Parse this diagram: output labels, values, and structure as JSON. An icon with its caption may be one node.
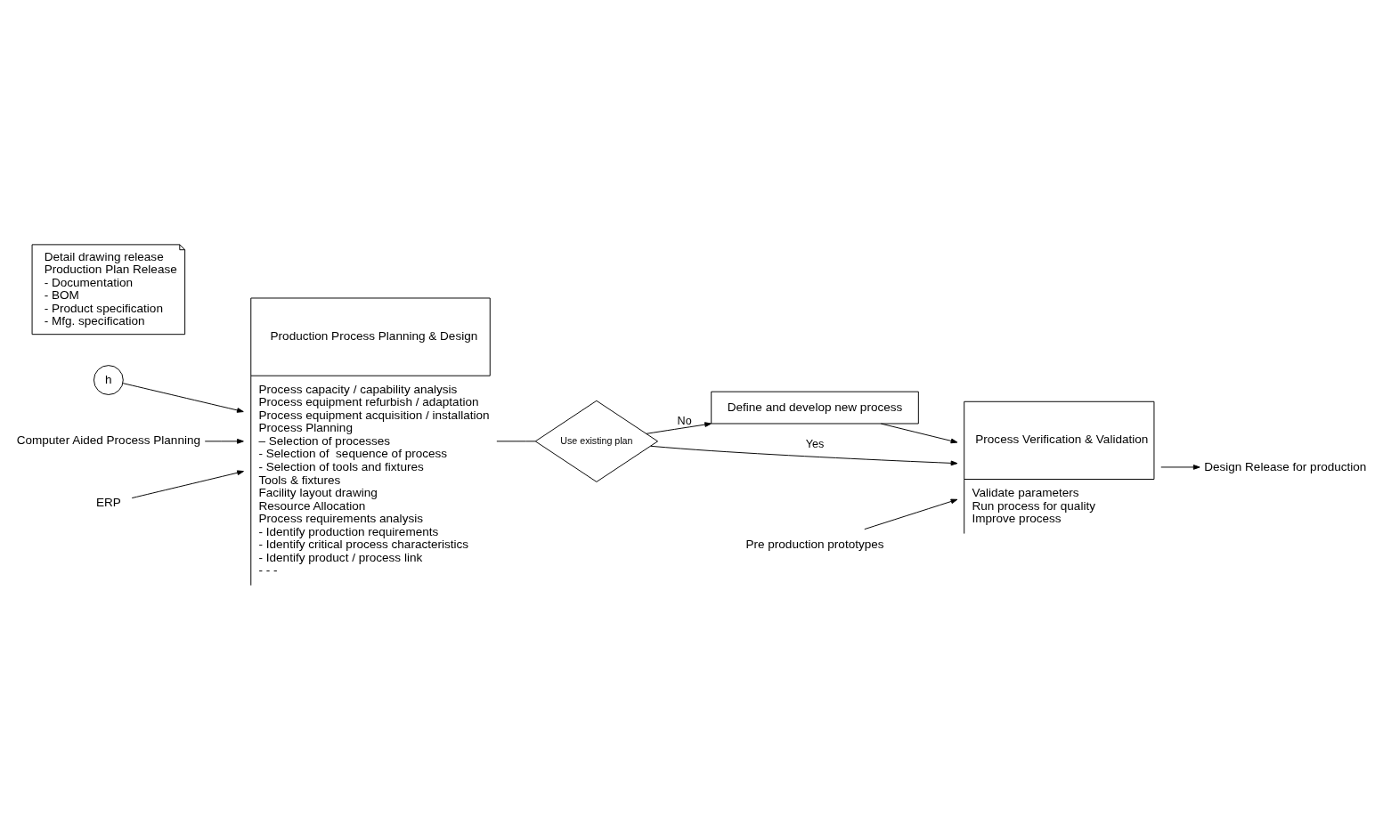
{
  "diagram": {
    "nodes": [
      {
        "text": [
          "h"
        ]
      },
      {
        "text": [
          "Production Process Planning & Design",
          "Process capacity / capability analysis",
          "Process equipment refurbish / adaptation",
          "Process equipment acquisition / installation",
          "Process Planning",
          "– Selection of processes",
          "- Selection of  sequence of process",
          "- Selection of tools and fixtures",
          "Tools & fixtures",
          "Facility layout drawing",
          "Resource Allocation",
          "Process requirements analysis",
          "- Identify production requirements",
          "- Identify critical process characteristics",
          "- Identify product / process link",
          "- - -"
        ]
      },
      {
        "text": [
          "Use existing plan"
        ]
      },
      {
        "text": [
          "Define and develop new process"
        ]
      },
      {
        "text": [
          "Process Verification & Validation",
          "Validate parameters",
          "Run process for quality",
          "Improve process"
        ]
      },
      {
        "text": [
          "Design Release for production"
        ]
      },
      {
        "text": [
          "Computer Aided Process Planning"
        ]
      },
      {
        "text": [
          "ERP"
        ]
      },
      {
        "text": [
          "Pre production prototypes"
        ]
      },
      {
        "text": [
          "Detail drawing release",
          "Production Plan Release",
          "- Documentation",
          "- BOM",
          "- Product specification",
          "- Mfg. specification"
        ]
      }
    ],
    "edges": [
      {
        "from": 0,
        "to": 1,
        "arrow": "to"
      },
      {
        "from": 1,
        "to": 2,
        "arrow": "none"
      },
      {
        "from": 2,
        "to": 3,
        "arrow": "to",
        "label": "No"
      },
      {
        "from": 2,
        "to": 4,
        "arrow": "to",
        "label": "Yes"
      },
      {
        "from": 3,
        "to": 4,
        "arrow": "to"
      },
      {
        "from": 4,
        "to": 5,
        "arrow": "to"
      },
      {
        "from": 6,
        "to": 1,
        "arrow": "to"
      },
      {
        "from": 7,
        "to": 1,
        "arrow": "to"
      },
      {
        "from": 8,
        "to": 4,
        "arrow": "to"
      }
    ]
  }
}
